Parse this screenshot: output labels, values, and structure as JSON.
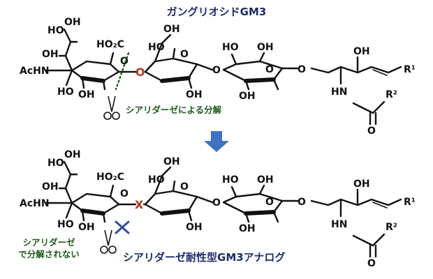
{
  "colors": {
    "title": "#1f2c6b",
    "green_label": "#1f5a1f",
    "red_x": "#b43a1a",
    "blue_cross": "#2e4f9c",
    "arrow": "#3f72c4",
    "ink": "#111111"
  },
  "labels": {
    "top_title": "ガングリオシドGM3",
    "bottom_title": "シアリダーゼ耐性型GM3アナログ",
    "cut_label": "シアリダーゼによる分解",
    "resist_line1": "シアリダーゼ",
    "resist_line2": "で分解されない",
    "oxygen_link": "O",
    "replaced_link": "X"
  },
  "atoms": {
    "oh": "OH",
    "ho": "HO",
    "ho2c": "HO₂C",
    "acnh": "AcHN",
    "o": "O",
    "hn": "HN",
    "r1": "R¹",
    "r2": "R²"
  },
  "icons": [
    "scissors-icon",
    "down-arrow-icon",
    "blue-cross-icon"
  ]
}
